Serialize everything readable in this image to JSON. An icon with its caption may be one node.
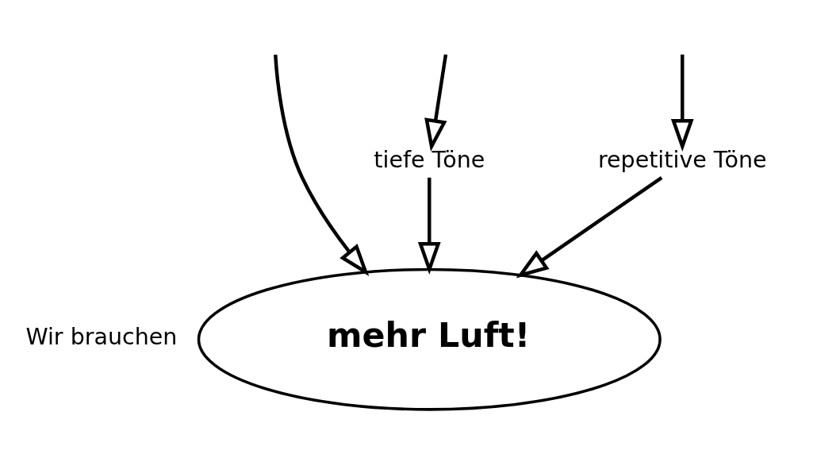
{
  "diagram": {
    "nodes": [
      {
        "text": [
          "tiefe Töne"
        ]
      },
      {
        "text": [
          "repetitive Töne"
        ]
      },
      {
        "text": [
          "mehr Luft!"
        ],
        "beside": [
          "Wir brauchen"
        ]
      }
    ],
    "edges": [
      {
        "from": null,
        "to": 2,
        "arrow": "to"
      },
      {
        "from": null,
        "to": 0,
        "arrow": "to"
      },
      {
        "from": 0,
        "to": 2,
        "arrow": "to"
      },
      {
        "from": null,
        "to": 1,
        "arrow": "to"
      },
      {
        "from": 1,
        "to": 2,
        "arrow": "to"
      }
    ]
  }
}
